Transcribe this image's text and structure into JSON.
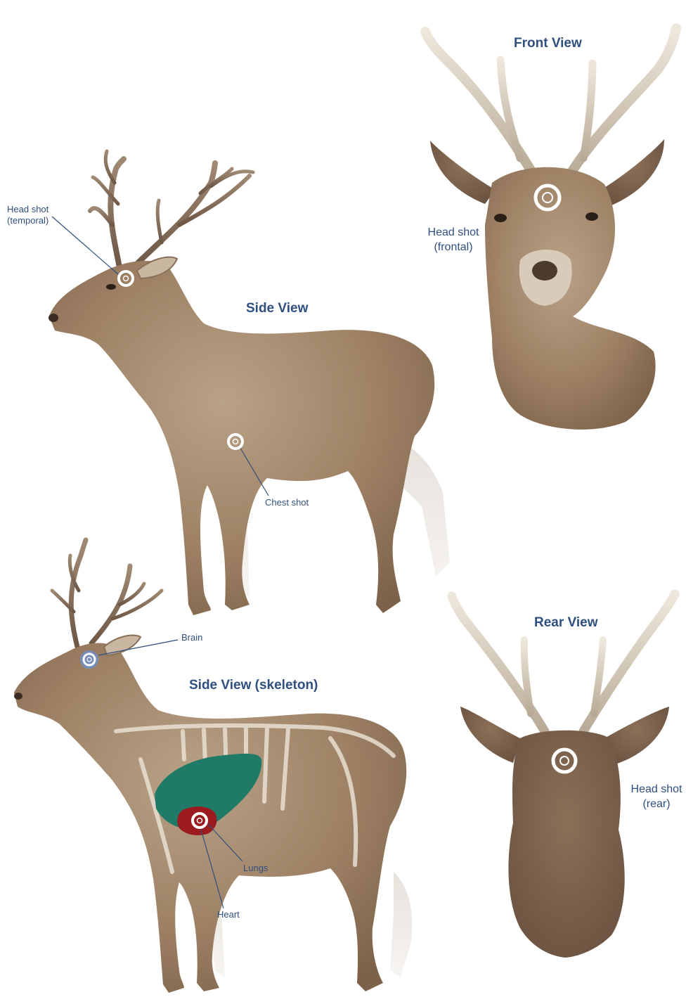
{
  "views": {
    "side": {
      "title": "Side View"
    },
    "front": {
      "title": "Front View"
    },
    "skeleton": {
      "title": "Side View (skeleton)"
    },
    "rear": {
      "title": "Rear View"
    }
  },
  "labels": {
    "head_temporal_line1": "Head shot",
    "head_temporal_line2": "(temporal)",
    "chest": "Chest shot",
    "head_frontal_line1": "Head shot",
    "head_frontal_line2": "(frontal)",
    "brain": "Brain",
    "lungs": "Lungs",
    "heart": "Heart",
    "head_rear_line1": "Head shot",
    "head_rear_line2": "(rear)"
  },
  "colors": {
    "title_text": "#2f4f7e",
    "label_text": "#2f4f7e",
    "lungs": "#1f7a68",
    "heart": "#9b1b1e",
    "brain_marker": "#6f8fc6",
    "fur": "#a88a6c",
    "antler": "#d9d0c2"
  },
  "icons": [
    "target-marker-icon"
  ]
}
